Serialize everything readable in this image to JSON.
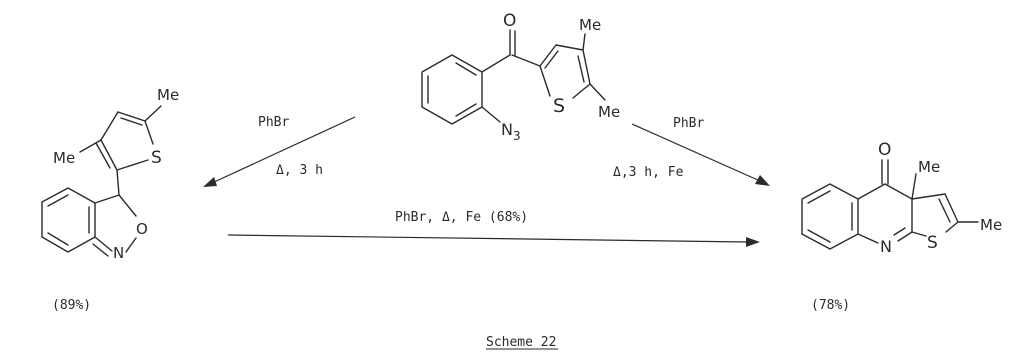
{
  "scheme": {
    "title": "Scheme 22",
    "arrow_left": {
      "reagent": "PhBr",
      "conditions": "Δ, 3 h"
    },
    "arrow_right": {
      "reagent": "PhBr",
      "conditions": "Δ,3 h, Fe"
    },
    "arrow_bottom": {
      "conditions": "PhBr, Δ, Fe (68%)"
    },
    "yield_left": "(89%)",
    "yield_right": "(78%)"
  },
  "molecules": {
    "start": {
      "oxygen": "O",
      "methyl_top": "Me",
      "methyl_right": "Me",
      "sulfur": "S",
      "azide": "N",
      "azide_sub": "3"
    },
    "left": {
      "methyl_top": "Me",
      "methyl_left": "Me",
      "sulfur": "S",
      "oxygen": "O",
      "nitrogen": "N"
    },
    "right": {
      "oxygen": "O",
      "methyl_top": "Me",
      "methyl_right": "Me",
      "sulfur": "S",
      "nitrogen": "N"
    }
  }
}
